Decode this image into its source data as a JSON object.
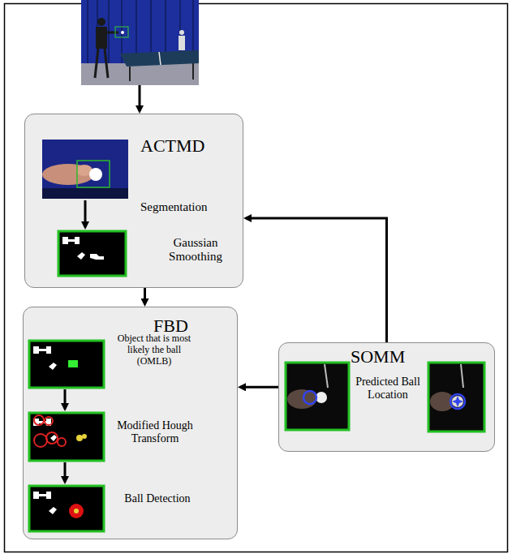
{
  "diagram": {
    "nodes": [
      {
        "text": [
          "ACTMD",
          "Segmentation",
          "Gaussian Smoothing"
        ]
      },
      {
        "text": [
          "FBD",
          "Object that is most likely the ball (OMLB)",
          "Modified Hough Transform",
          "Ball Detection"
        ]
      },
      {
        "text": [
          "SOMM",
          "Predicted Ball Location"
        ]
      }
    ],
    "edges": [
      {
        "from": 0,
        "to": 1,
        "arrow": "to"
      },
      {
        "from": 2,
        "to": 1,
        "arrow": "to"
      },
      {
        "from": 2,
        "to": 0,
        "arrow": "to"
      }
    ]
  }
}
